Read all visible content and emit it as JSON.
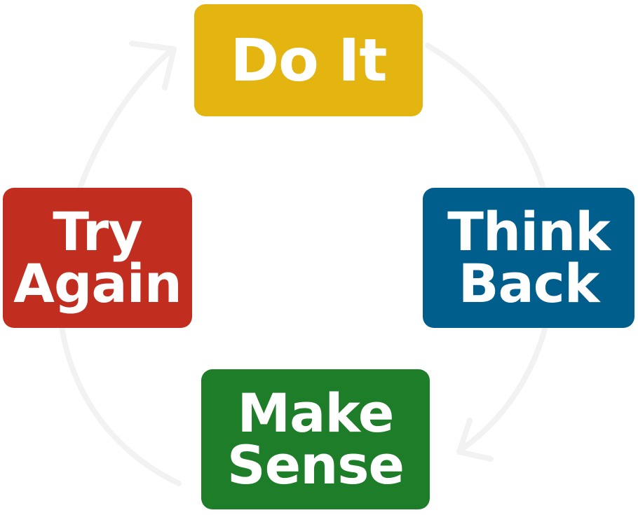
{
  "steps": [
    {
      "id": "do-it",
      "lines": [
        "Do It"
      ],
      "color": "#E4B411"
    },
    {
      "id": "think-back",
      "lines": [
        "Think",
        "Back"
      ],
      "color": "#005E8C"
    },
    {
      "id": "make-sense",
      "lines": [
        "Make",
        "Sense"
      ],
      "color": "#1E7D28"
    },
    {
      "id": "try-again",
      "lines": [
        "Try",
        "Again"
      ],
      "color": "#C12E20"
    }
  ],
  "cycle": {
    "direction": "clockwise",
    "ring_color": "#F2F2F2"
  }
}
